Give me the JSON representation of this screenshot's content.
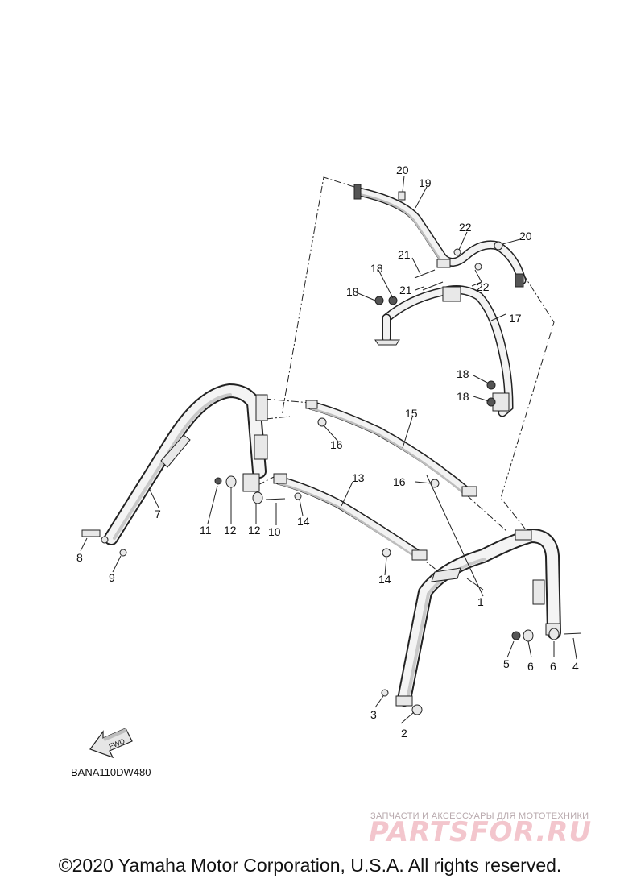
{
  "diagram_code": "BANA110DW480",
  "fwd_label": "FWD",
  "callouts": [
    "1",
    "2",
    "3",
    "4",
    "5",
    "6",
    "6",
    "7",
    "8",
    "9",
    "10",
    "11",
    "12",
    "12",
    "13",
    "14",
    "14",
    "15",
    "16",
    "16",
    "17",
    "18",
    "18",
    "18",
    "18",
    "19",
    "20",
    "20",
    "21",
    "21",
    "22",
    "22"
  ],
  "watermark": {
    "tagline": "ЗАПЧАСТИ И АКСЕССУАРЫ ДЛЯ МОТОТЕХНИКИ",
    "logo": "PARTSFOR.RU"
  },
  "copyright": "©2020 Yamaha Motor Corporation, U.S.A. All rights reserved."
}
